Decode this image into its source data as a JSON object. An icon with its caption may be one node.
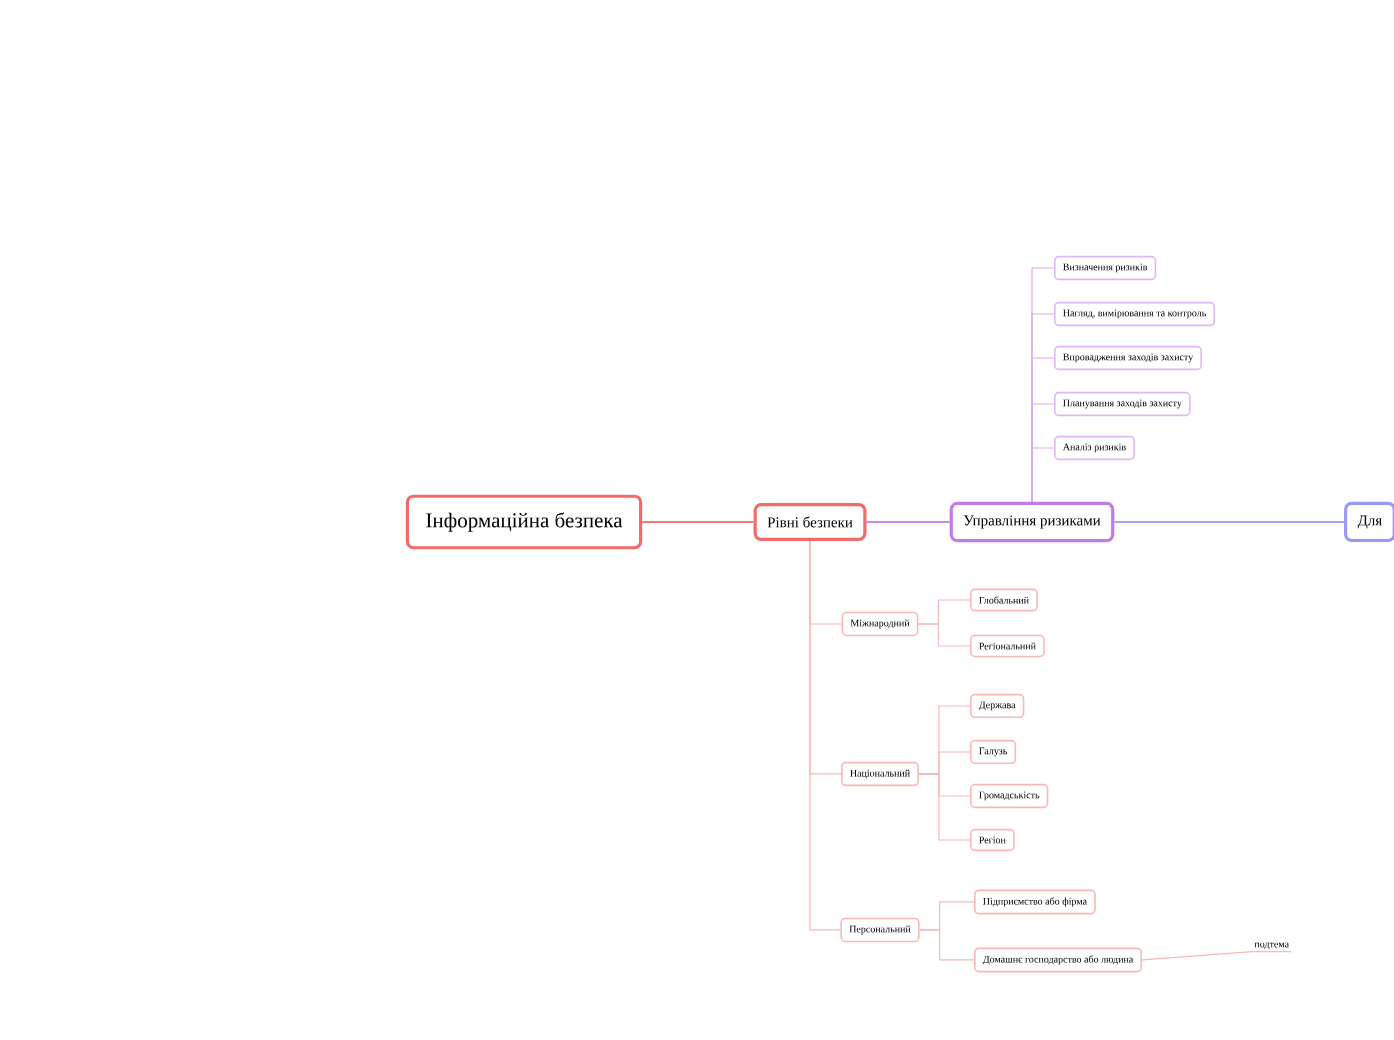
{
  "diagram": {
    "nodes": [
      {
        "text": [
          "Інформаційна безпека"
        ]
      },
      {
        "text": [
          "Рівні безпеки"
        ]
      },
      {
        "text": [
          "Управління ризиками"
        ]
      },
      {
        "text": [
          "Для"
        ]
      },
      {
        "text": [
          "Визначення ризиків"
        ]
      },
      {
        "text": [
          "Нагляд, вимірювання та контроль"
        ]
      },
      {
        "text": [
          "Впровадження заходів захисту"
        ]
      },
      {
        "text": [
          "Планування заходів захисту"
        ]
      },
      {
        "text": [
          "Аналіз ризиків"
        ]
      },
      {
        "text": [
          "Міжнародний"
        ]
      },
      {
        "text": [
          "Глобальний"
        ]
      },
      {
        "text": [
          "Регіональний"
        ]
      },
      {
        "text": [
          "Національний"
        ]
      },
      {
        "text": [
          "Держава"
        ]
      },
      {
        "text": [
          "Галузь"
        ]
      },
      {
        "text": [
          "Громадськість"
        ]
      },
      {
        "text": [
          "Регіон"
        ]
      },
      {
        "text": [
          "Персональний"
        ]
      },
      {
        "text": [
          "Підприємство або фірма"
        ]
      },
      {
        "text": [
          "Домашнє господарство або людина"
        ]
      },
      {
        "text": [
          "подтема"
        ]
      }
    ],
    "edges": [
      {
        "from": 0,
        "to": 1,
        "arrow": "none",
        "color": "#f07a7a"
      },
      {
        "from": 1,
        "to": 2,
        "arrow": "none",
        "color": "#c58be8"
      },
      {
        "from": 2,
        "to": 3,
        "arrow": "none",
        "color": "#a3a3f5"
      },
      {
        "from": 2,
        "to": 4,
        "arrow": "none",
        "color": "#d9aaf2"
      },
      {
        "from": 2,
        "to": 5,
        "arrow": "none",
        "color": "#d9aaf2"
      },
      {
        "from": 2,
        "to": 6,
        "arrow": "none",
        "color": "#d9aaf2"
      },
      {
        "from": 2,
        "to": 7,
        "arrow": "none",
        "color": "#d9aaf2"
      },
      {
        "from": 2,
        "to": 8,
        "arrow": "none",
        "color": "#d9aaf2"
      },
      {
        "from": 1,
        "to": 9,
        "arrow": "none"
      },
      {
        "from": 1,
        "to": 12,
        "arrow": "none"
      },
      {
        "from": 1,
        "to": 17,
        "arrow": "none"
      },
      {
        "from": 9,
        "to": 10,
        "arrow": "none"
      },
      {
        "from": 9,
        "to": 11,
        "arrow": "none"
      },
      {
        "from": 12,
        "to": 13,
        "arrow": "none"
      },
      {
        "from": 12,
        "to": 14,
        "arrow": "none"
      },
      {
        "from": 12,
        "to": 15,
        "arrow": "none"
      },
      {
        "from": 12,
        "to": 16,
        "arrow": "none"
      },
      {
        "from": 17,
        "to": 18,
        "arrow": "none"
      },
      {
        "from": 17,
        "to": 19,
        "arrow": "none"
      },
      {
        "from": 19,
        "to": 20,
        "arrow": "none"
      }
    ]
  }
}
